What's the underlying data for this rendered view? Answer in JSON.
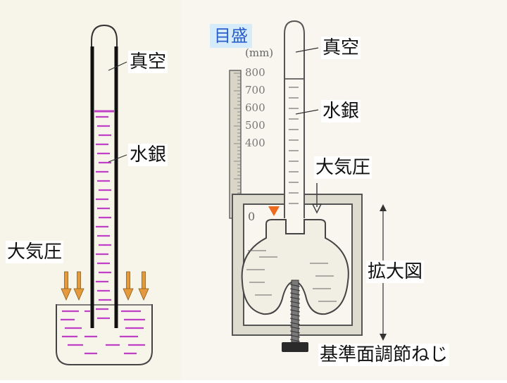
{
  "left_diagram": {
    "labels": {
      "vacuum": "真空",
      "mercury": "水銀",
      "atmospheric_pressure": "大気圧"
    }
  },
  "right_diagram": {
    "scale_title": "目盛",
    "scale_unit": "(mm)",
    "scale_ticks": [
      "800",
      "700",
      "600",
      "500",
      "400"
    ],
    "scale_zero": "0",
    "labels": {
      "vacuum": "真空",
      "mercury": "水銀",
      "atmospheric_pressure": "大気圧",
      "enlarged_view": "拡大図",
      "reference_adjust_screw": "基準面調節ねじ"
    }
  },
  "colors": {
    "background": "#ffffff",
    "paper": "#f7f5ea",
    "tube": "#111111",
    "mercury_dash": "#c040c8",
    "arrow_fill": "#e49a3c",
    "pointer": "#ee6a1f",
    "label_blue_text": "#2a5fc9",
    "label_blue_bg": "#d7ecfb",
    "case_fill": "#dedbcf"
  }
}
